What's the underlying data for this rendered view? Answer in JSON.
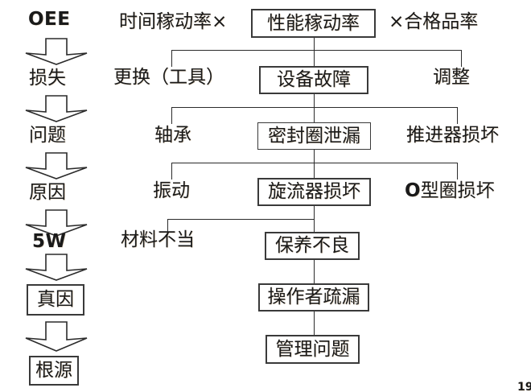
{
  "diagram": {
    "title": "OEE 5W Root-Cause Breakdown Flowchart",
    "stage_chain": {
      "heading": "OEE",
      "steps": [
        {
          "label": "损失",
          "boxed": false,
          "bold": false
        },
        {
          "label": "问题",
          "boxed": false,
          "bold": false
        },
        {
          "label": "原因",
          "boxed": false,
          "bold": false
        },
        {
          "label": "5W",
          "boxed": false,
          "bold": true
        },
        {
          "label": "真因",
          "boxed": true,
          "bold": false
        },
        {
          "label": "根源",
          "boxed": true,
          "bold": false
        }
      ],
      "arrow_icon": "down-block-arrow"
    },
    "top_formula": {
      "left_factor": "时间稼动率×",
      "center_factor": "性能稼动率",
      "right_factor": "×合格品率"
    },
    "levels": [
      {
        "level": 1,
        "center": "设备故障",
        "left": "更换（工具）",
        "right": "调整"
      },
      {
        "level": 2,
        "center": "密封圈泄漏",
        "left": "轴承",
        "right": "推进器损坏"
      },
      {
        "level": 3,
        "center": "旋流器损坏",
        "left": "振动",
        "right": "O型圈损坏"
      },
      {
        "level": 4,
        "center": "保养不良",
        "left": "材料不当",
        "right": ""
      },
      {
        "level": 5,
        "center": "操作者疏漏",
        "left": "",
        "right": ""
      },
      {
        "level": 6,
        "center": "管理问题",
        "left": "",
        "right": ""
      }
    ],
    "page_number": "19",
    "colors": {
      "background": "#ffffff",
      "text": "#1a1a1a",
      "line": "#2b2b2b",
      "box_border": "#3a3a3a"
    }
  }
}
